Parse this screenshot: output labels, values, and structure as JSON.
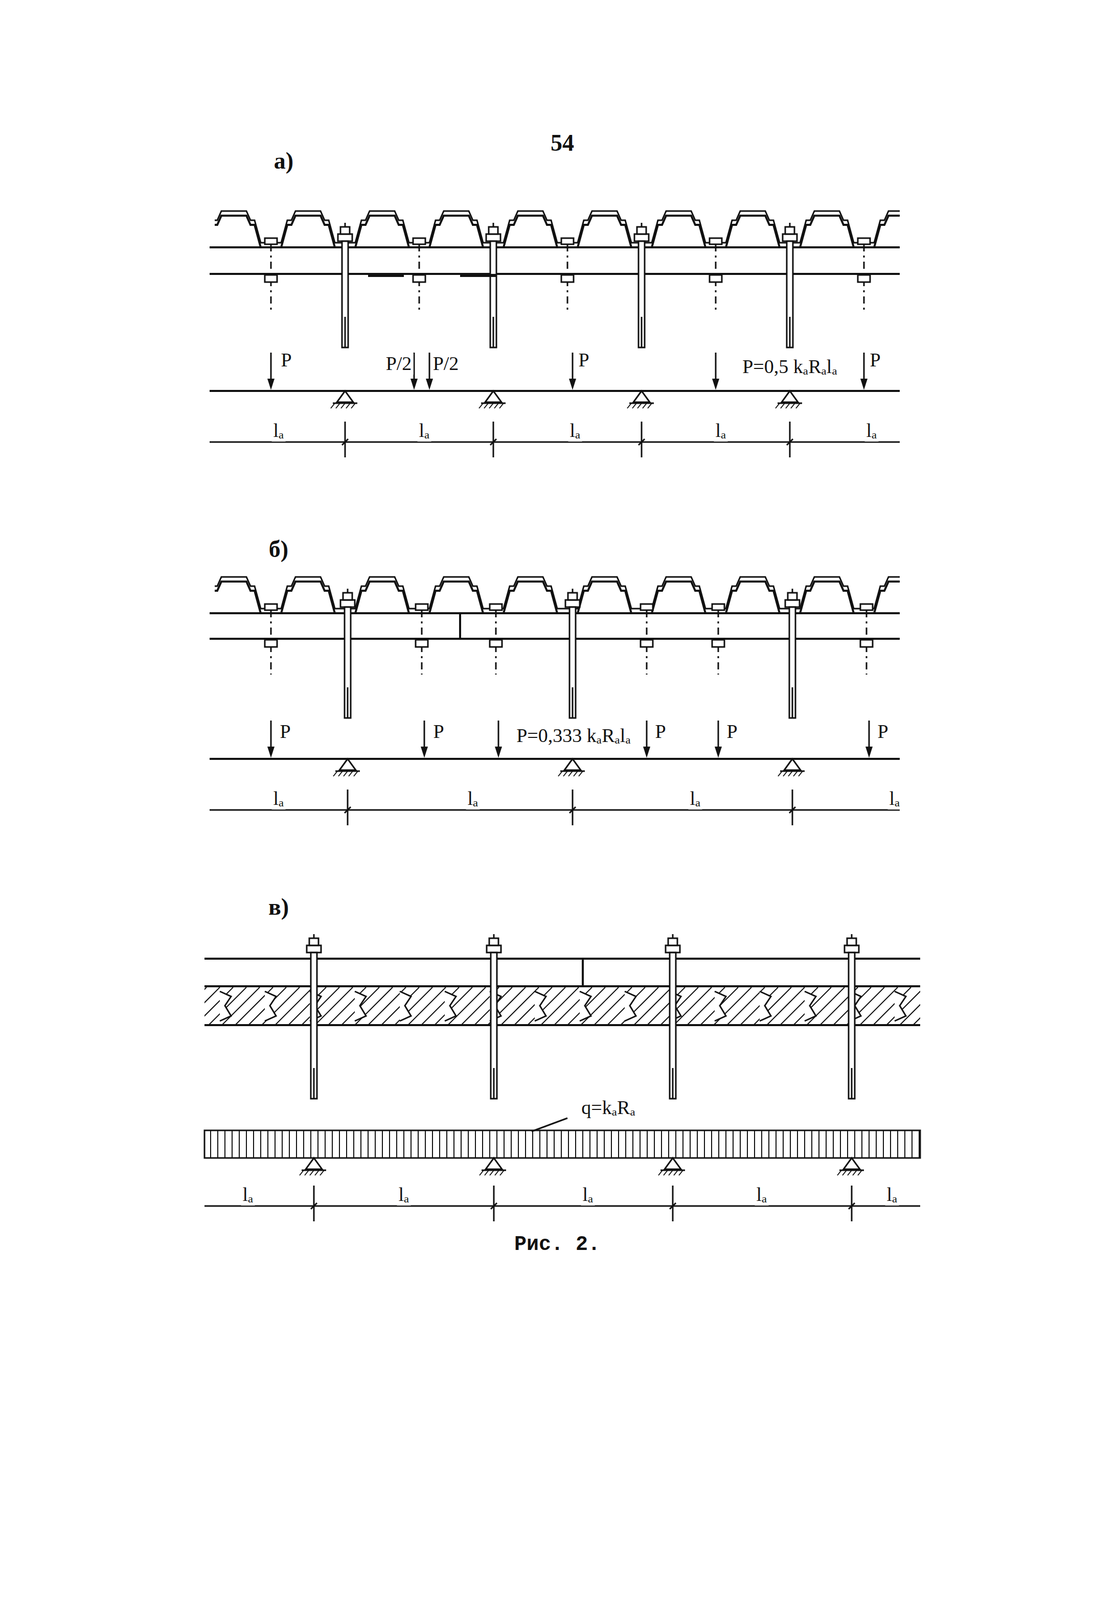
{
  "diagram": {
    "caption": "Рис. 2.",
    "labels": [
      "54",
      "а)",
      "P",
      "P/2",
      "P/2",
      "P",
      "P=0,5 kₐRₐlₐ",
      "P",
      "lₐ",
      "lₐ",
      "lₐ",
      "lₐ",
      "lₐ",
      "б)",
      "P",
      "P",
      "P=0,333 kₐRₐlₐ",
      "P",
      "P",
      "P",
      "lₐ",
      "lₐ",
      "lₐ",
      "lₐ",
      "в)",
      "q=kₐRₐ",
      "lₐ",
      "lₐ",
      "lₐ",
      "lₐ",
      "lₐ"
    ]
  }
}
